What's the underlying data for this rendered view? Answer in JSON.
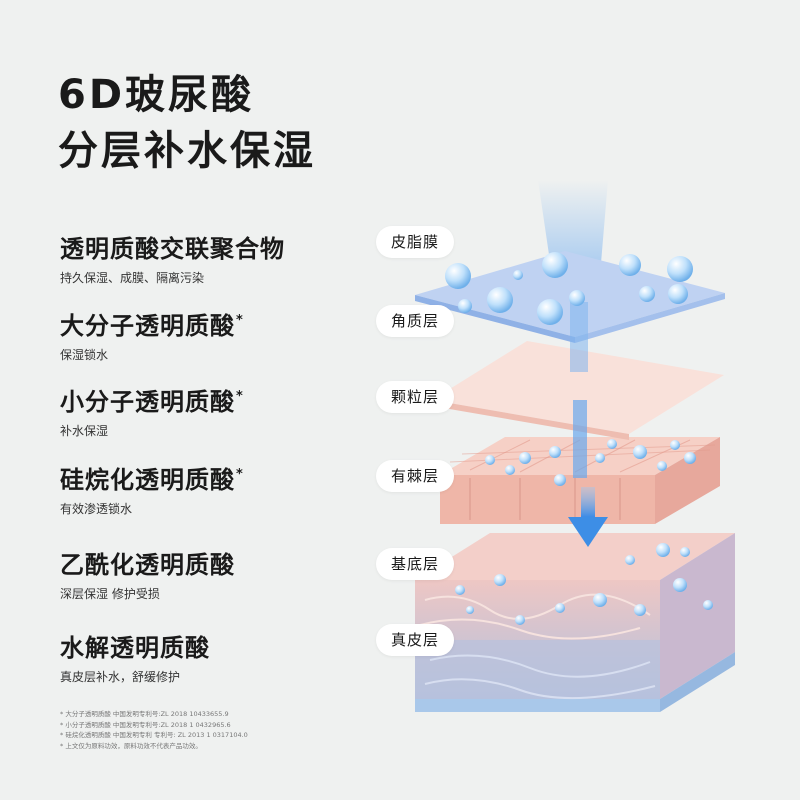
{
  "title": {
    "line1": "6D玻尿酸",
    "line2": "分层补水保湿"
  },
  "items": [
    {
      "name": "透明质酸交联聚合物",
      "star": "",
      "desc": "持久保湿、成膜、隔离污染"
    },
    {
      "name": "大分子透明质酸",
      "star": "*",
      "desc": "保湿锁水"
    },
    {
      "name": "小分子透明质酸",
      "star": "*",
      "desc": "补水保湿"
    },
    {
      "name": "硅烷化透明质酸",
      "star": "*",
      "desc": "有效渗透锁水"
    },
    {
      "name": "乙酰化透明质酸",
      "star": "",
      "desc": "深层保湿 修护受损"
    },
    {
      "name": "水解透明质酸",
      "star": "",
      "desc": "真皮层补水，舒缓修护"
    }
  ],
  "layers": [
    "皮脂膜",
    "角质层",
    "颗粒层",
    "有棘层",
    "基底层",
    "真皮层"
  ],
  "footnotes": [
    "* 大分子透明质酸  中国发明专利号:ZL 2018 10433655.9",
    "* 小分子透明质酸  中国发明专利号:ZL 2018 1 0432965.6",
    "* 硅烷化透明质酸  中国发明专利  专利号: ZL 2013 1 0317104.0",
    "* 上文仅为原料功效，原料功效不代表产品功效。"
  ],
  "colors": {
    "background": "#eff1f0",
    "corneum_blue": "#b7cdf1",
    "granular_pink": "#f8dcd5",
    "spinous_pink": "#f5c3b8",
    "dermis_blue": "#b9c4dc",
    "arrow_blue": "#3d8ee6"
  }
}
